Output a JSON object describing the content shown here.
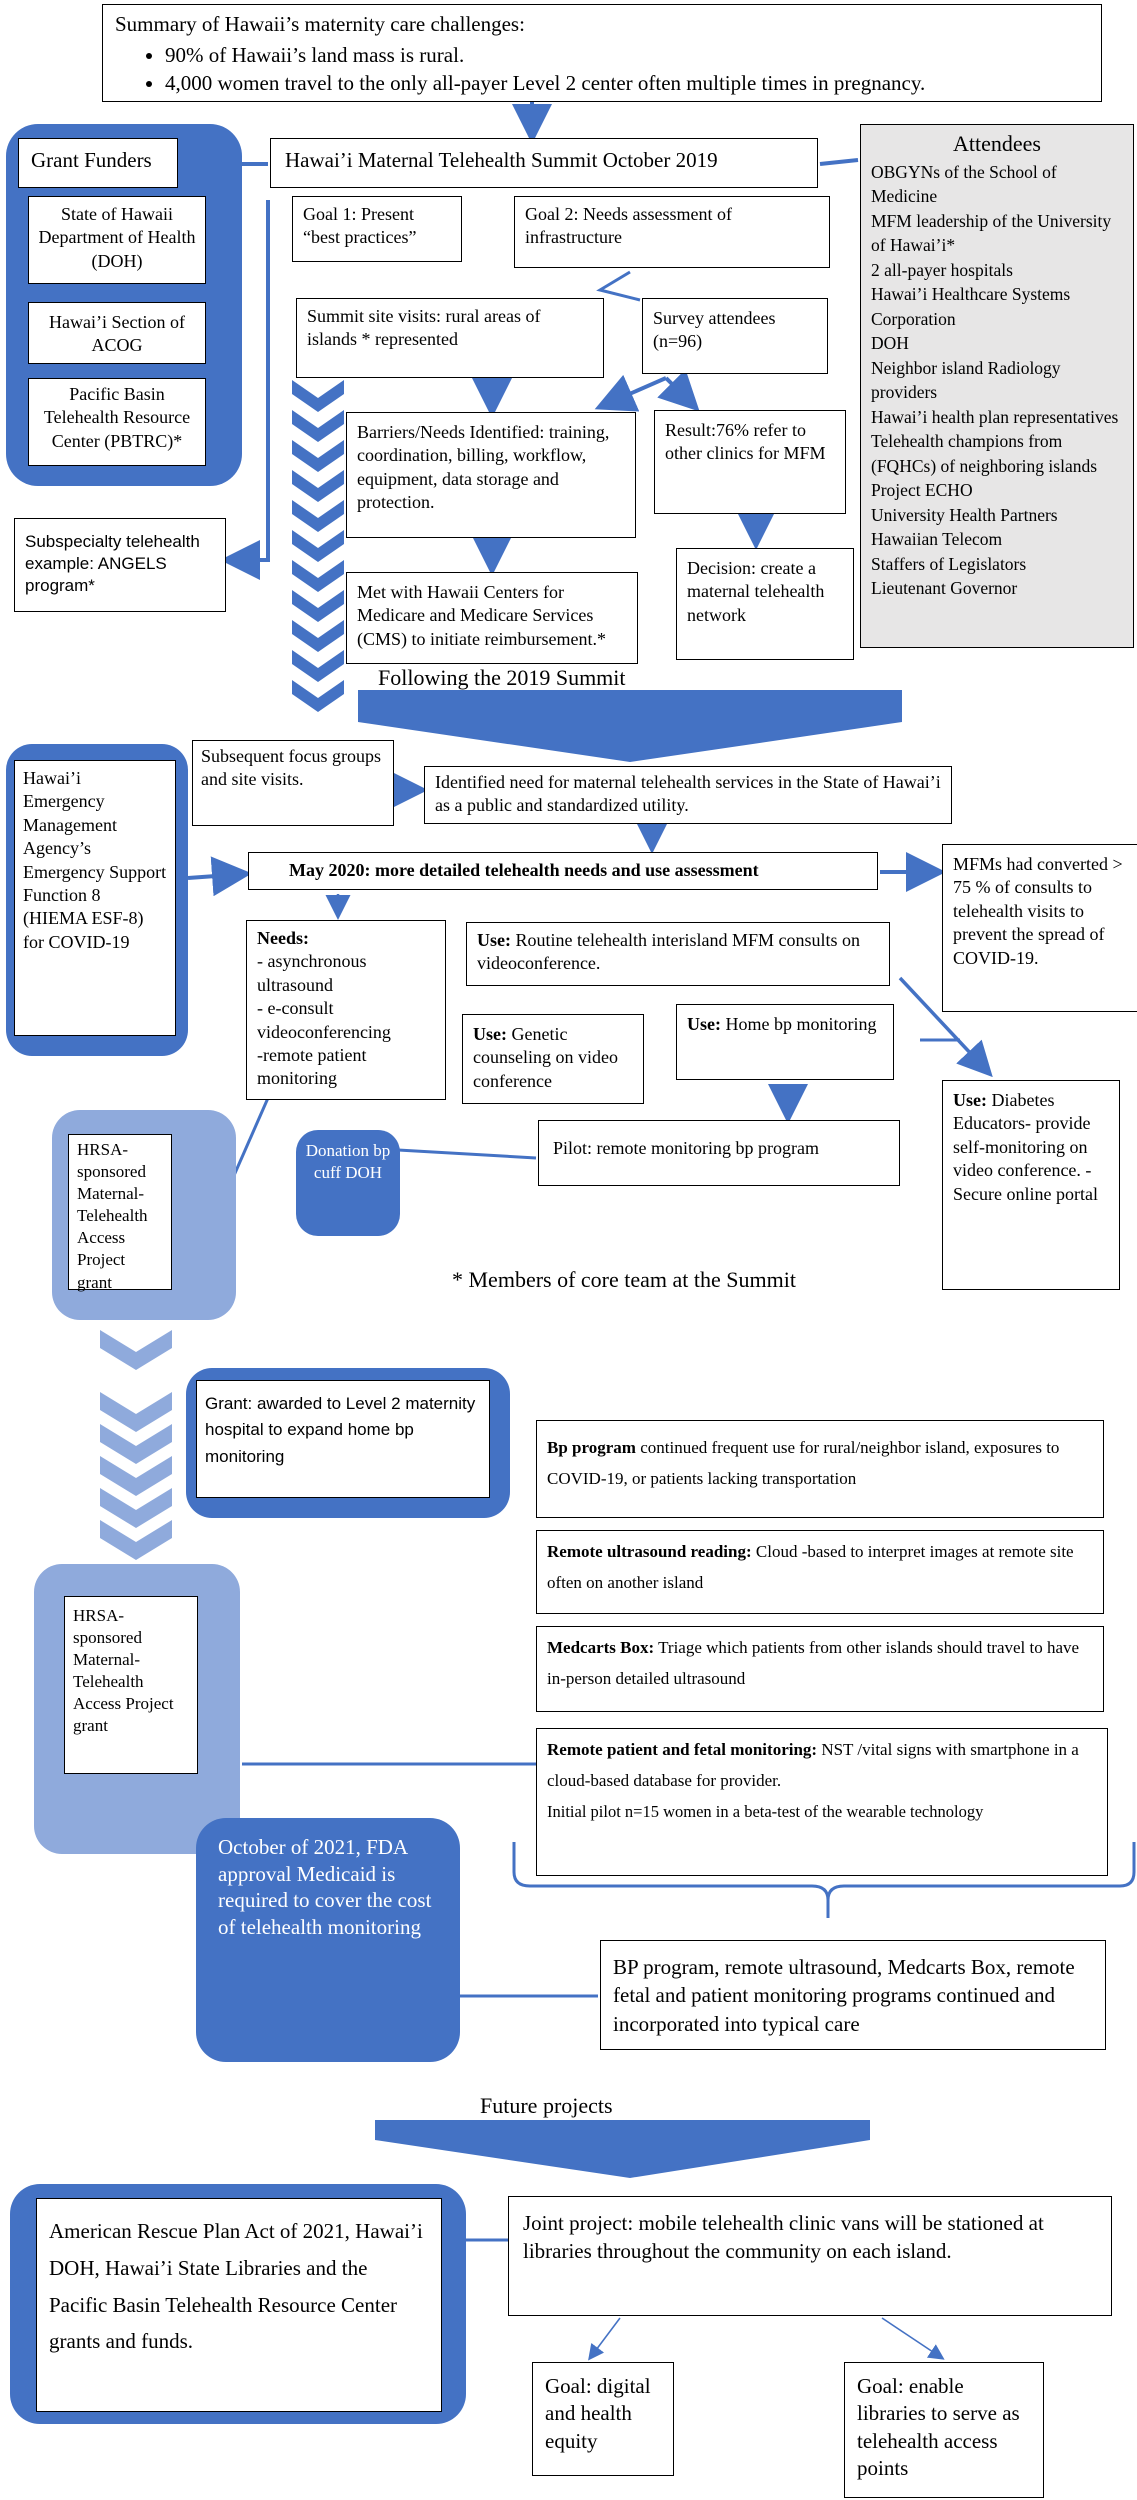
{
  "summary": {
    "title": "Summary of Hawaii’s maternity care challenges:",
    "bullets": [
      "90% of Hawaii’s land mass is rural.",
      "4,000 women travel to the only all-payer Level 2 center often multiple times in pregnancy."
    ]
  },
  "summit_title": "Hawai’i Maternal Telehealth Summit October 2019",
  "grant_funders": {
    "title": "Grant Funders",
    "items": [
      "State of Hawaii Department of Health (DOH)",
      "Hawai’i Section of ACOG",
      "Pacific Basin Telehealth Resource Center (PBTRC)*"
    ]
  },
  "subspecialty": "Subspecialty telehealth example: ANGELS program*",
  "attendees": {
    "title": "Attendees",
    "items": [
      "OBGYNs of the School of Medicine",
      "MFM leadership of the University of Hawai’i*",
      " 2 all-payer hospitals",
      "Hawai’i Healthcare Systems Corporation",
      "DOH",
      "Neighbor island Radiology providers",
      "Hawai’i health plan representatives",
      "Telehealth champions from (FQHCs) of neighboring islands",
      "Project ECHO",
      "University Health Partners",
      "Hawaiian Telecom",
      "Staffers of Legislators",
      "Lieutenant Governor"
    ]
  },
  "goal1": "Goal 1: Present “best practices”",
  "goal2": "Goal 2: Needs assessment of infrastructure",
  "site_visits": "Summit site visits: rural areas of islands * represented",
  "survey": "Survey attendees (n=96)",
  "barriers": "Barriers/Needs Identified: training, coordination, billing, workflow, equipment, data storage and protection.",
  "result": "Result:76% refer to other clinics for MFM",
  "decision": "Decision: create a maternal telehealth network",
  "met_with": "Met with Hawaii Centers for Medicare and Medicare Services (CMS) to initiate reimbursement.*",
  "following": "Following the 2019 Summit",
  "focus_groups": "Subsequent focus groups and site visits.",
  "identified_need": "Identified need for maternal telehealth services in the State of Hawai’i as a public and standardized utility.",
  "hiema": "Hawai’i Emergency Management Agency’s Emergency Support Function 8 (HIEMA ESF-8) for COVID-19",
  "may2020": "May 2020:  more detailed telehealth needs and use assessment",
  "mfms": "MFMs had converted > 75 % of consults to telehealth visits to prevent the spread of COVID-19.",
  "needs": {
    "heading": "Needs:",
    "lines": [
      "- asynchronous ultrasound",
      "- e-consult videoconferencing",
      "-remote patient monitoring"
    ]
  },
  "use_routine": {
    "heading": "Use:",
    "text": " Routine telehealth interisland MFM consults on videoconference."
  },
  "use_genetic": {
    "heading": "Use:",
    "text": " Genetic counseling on video conference"
  },
  "use_home": {
    "heading": "Use:",
    "text": " Home bp monitoring"
  },
  "use_diabetes": {
    "heading": "Use:",
    "text": " Diabetes Educators- provide self-monitoring on video conference. -Secure online portal"
  },
  "pilot": "Pilot: remote monitoring bp program",
  "donation": "Donation bp cuff DOH",
  "hrsa1": "HRSA-sponsored Maternal-Telehealth Access Project grant",
  "members_note": "* Members of core team at the Summit",
  "grant_awarded": "Grant: awarded to Level 2 maternity hospital to expand home bp monitoring",
  "hrsa2": "HRSA-sponsored Maternal-Telehealth Access Project grant",
  "bp_program": {
    "heading": "Bp program",
    "text": " continued frequent use for rural/neighbor island, exposures to COVID-19,  or patients lacking transportation"
  },
  "remote_us": {
    "heading": "Remote ultrasound reading:",
    "text": " Cloud -based to interpret images at remote site often on another island"
  },
  "medcarts": {
    "heading": "Medcarts Box:",
    "text": " Triage which patients from other islands should travel to have in-person detailed ultrasound"
  },
  "remote_monitoring": {
    "heading": "Remote patient and fetal monitoring:",
    "text": "  NST /vital signs with smartphone in a cloud-based database for provider.",
    "pilot": "Initial pilot n=15 women in a beta-test of the wearable technology"
  },
  "fda": "October of 2021, FDA approval Medicaid is required to cover the cost of telehealth monitoring",
  "continued": "BP program, remote ultrasound, Medcarts Box, remote fetal and patient monitoring programs continued and incorporated into typical care",
  "future": "Future projects",
  "arpa": "American Rescue Plan Act of 2021, Hawai’i DOH, Hawai’i State Libraries and the Pacific Basin Telehealth Resource Center grants and funds.",
  "joint": "Joint project: mobile telehealth clinic vans will be stationed at libraries throughout the community on each island.",
  "goal_equity": "Goal: digital and health equity",
  "goal_libraries": "Goal: enable libraries to serve as telehealth access points",
  "colors": {
    "dark_blue": "#4472c4",
    "light_blue": "#8faadc",
    "gray": "#e7e6e6"
  }
}
